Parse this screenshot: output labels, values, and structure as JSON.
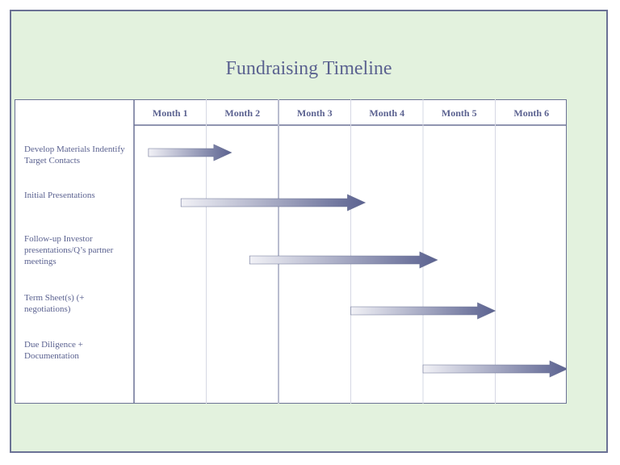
{
  "title": "Fundraising Timeline",
  "months": [
    "Month 1",
    "Month 2",
    "Month 3",
    "Month 4",
    "Month 5",
    "Month 6"
  ],
  "tasks": [
    {
      "label": "Develop Materials Indentify Target Contacts",
      "start": 0.2,
      "end": 1.35
    },
    {
      "label": "Initial Presentations",
      "start": 0.65,
      "end": 3.2
    },
    {
      "label": "Follow-up Investor presentations/Q’s partner meetings",
      "start": 1.6,
      "end": 4.2
    },
    {
      "label": "Term Sheet(s) (+ negotiations)",
      "start": 3.0,
      "end": 5.0
    },
    {
      "label": "Due Diligence + Documentation",
      "start": 4.0,
      "end": 6.0
    }
  ],
  "colors": {
    "background": "#e3f2de",
    "accent": "#5b6290",
    "border": "#6b7295"
  }
}
